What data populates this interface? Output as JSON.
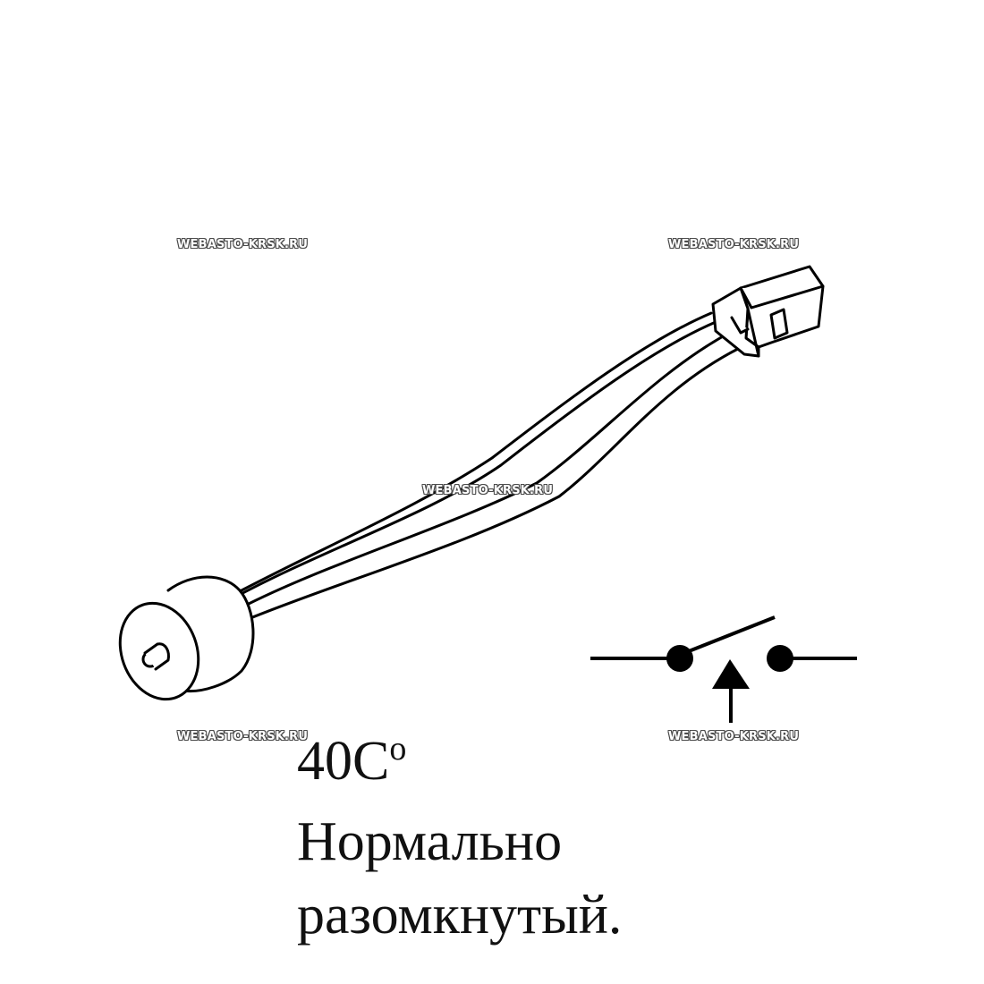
{
  "watermark": "WEBASTO-KRSK.RU",
  "caption": {
    "temperature_value": "40C",
    "temperature_superscript": "o",
    "line2": "Нормально",
    "line3": "разомкнутый."
  },
  "icons": {
    "sensor": "thermal-switch-with-connector",
    "symbol": "normally-open-switch-symbol"
  },
  "colors": {
    "line": "#000000",
    "background": "#ffffff"
  }
}
